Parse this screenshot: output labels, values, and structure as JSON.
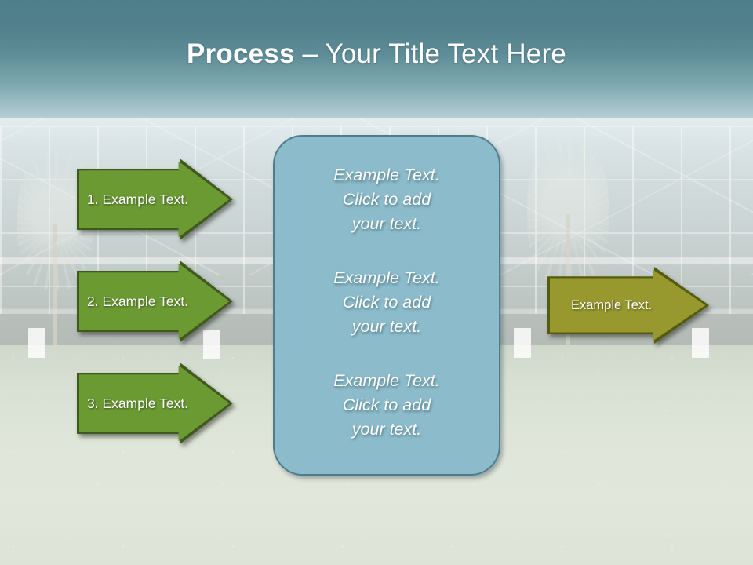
{
  "slide": {
    "title_strong": "Process",
    "title_rest": " – Your Title Text Here"
  },
  "colors": {
    "title_text": "#ffffff",
    "sky_top": "#51808c",
    "lawn": "#dde4d7",
    "green_arrow_fill": "#6b9a33",
    "green_arrow_border": "#3f5a1e",
    "olive_arrow_fill": "#97992f",
    "olive_arrow_border": "#555a0d",
    "center_panel_fill": "#8cbccb",
    "center_panel_border": "#4f7d8c"
  },
  "left_arrows": [
    {
      "label": "1. Example Text."
    },
    {
      "label": "2. Example Text."
    },
    {
      "label": "3. Example Text."
    }
  ],
  "center_panel": {
    "blocks": [
      {
        "line1": "Example Text.",
        "line2": "Click  to add",
        "line3": "your text."
      },
      {
        "line1": "Example Text.",
        "line2": "Click  to add",
        "line3": "your text."
      },
      {
        "line1": "Example Text.",
        "line2": "Click  to add",
        "line3": "your text."
      }
    ]
  },
  "right_arrow": {
    "label": "Example Text."
  }
}
